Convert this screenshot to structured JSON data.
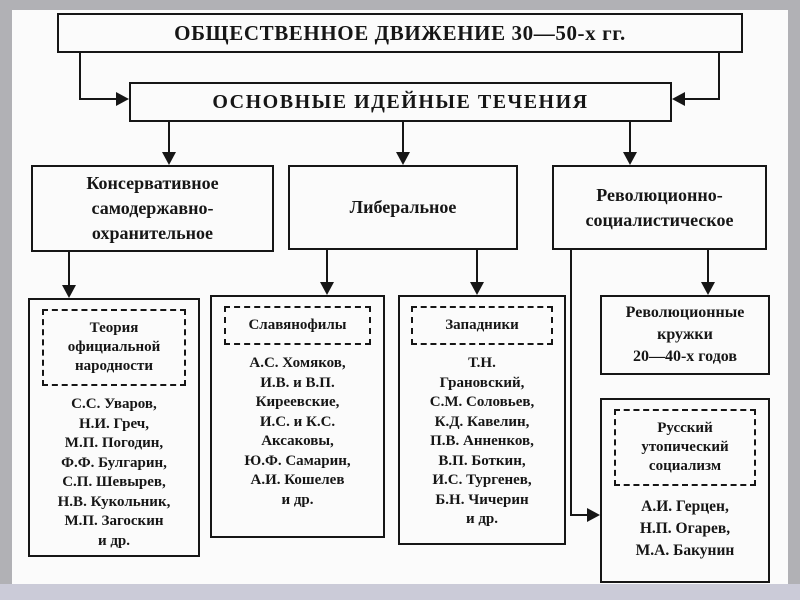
{
  "colors": {
    "frame": "#b1b1b5",
    "strip": "#cbcbd8",
    "ink": "#161616",
    "paper": "#fbfbfb"
  },
  "header": {
    "title": "ОБЩЕСТВЕННОЕ ДВИЖЕНИЕ 30—50-х гг.",
    "subtitle": "ОСНОВНЫЕ ИДЕЙНЫЕ ТЕЧЕНИЯ"
  },
  "currents": {
    "conservative": {
      "label": "Консервативное\nсамодержавно-\nохранительное"
    },
    "liberal": {
      "label": "Либеральное"
    },
    "revolutionary": {
      "label": "Революционно-\nсоциалистическое"
    }
  },
  "groups": {
    "official_nationality": {
      "heading": "Теория\nофициальной\nнародности",
      "members": [
        "С.С. Уваров,",
        "Н.И. Греч,",
        "М.П. Погодин,",
        "Ф.Ф. Булгарин,",
        "С.П. Шевырев,",
        "Н.В. Кукольник,",
        "М.П. Загоскин",
        "и др."
      ]
    },
    "slavophiles": {
      "heading": "Славянофилы",
      "members": [
        "А.С. Хомяков,",
        "И.В. и В.П.",
        "Киреевские,",
        "И.С. и К.С.",
        "Аксаковы,",
        "Ю.Ф. Самарин,",
        "А.И. Кошелев",
        "и др."
      ]
    },
    "westernizers": {
      "heading": "Западники",
      "members": [
        "Т.Н.",
        "Грановский,",
        "С.М. Соловьев,",
        "К.Д. Кавелин,",
        "П.В. Анненков,",
        "В.П. Боткин,",
        "И.С. Тургенев,",
        "Б.Н. Чичерин",
        "и др."
      ]
    },
    "rev_circles": {
      "label": "Революционные\nкружки\n20—40-х годов"
    },
    "utopian_socialism": {
      "heading": "Русский\nутопический\nсоциализм",
      "members": [
        "А.И. Герцен,",
        "Н.П. Огарев,",
        "М.А. Бакунин"
      ]
    }
  }
}
